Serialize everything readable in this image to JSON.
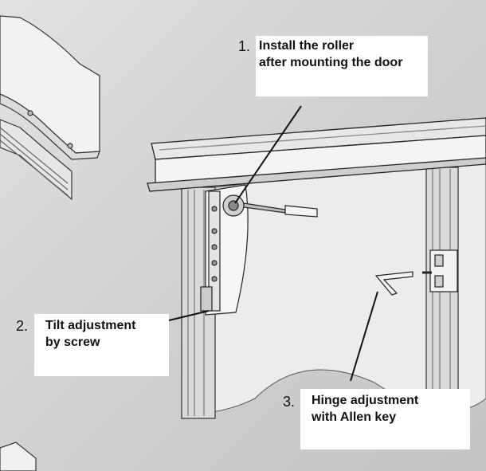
{
  "callouts": [
    {
      "number": "1.",
      "line1": "Install the roller",
      "line2": "after mounting the door"
    },
    {
      "number": "2.",
      "line1": "Tilt adjustment",
      "line2": "by screw"
    },
    {
      "number": "3.",
      "line1": "Hinge adjustment",
      "line2": "with Allen key"
    }
  ],
  "colors": {
    "background": "#d4d4d4",
    "line": "#111111",
    "box": "#ffffff"
  }
}
